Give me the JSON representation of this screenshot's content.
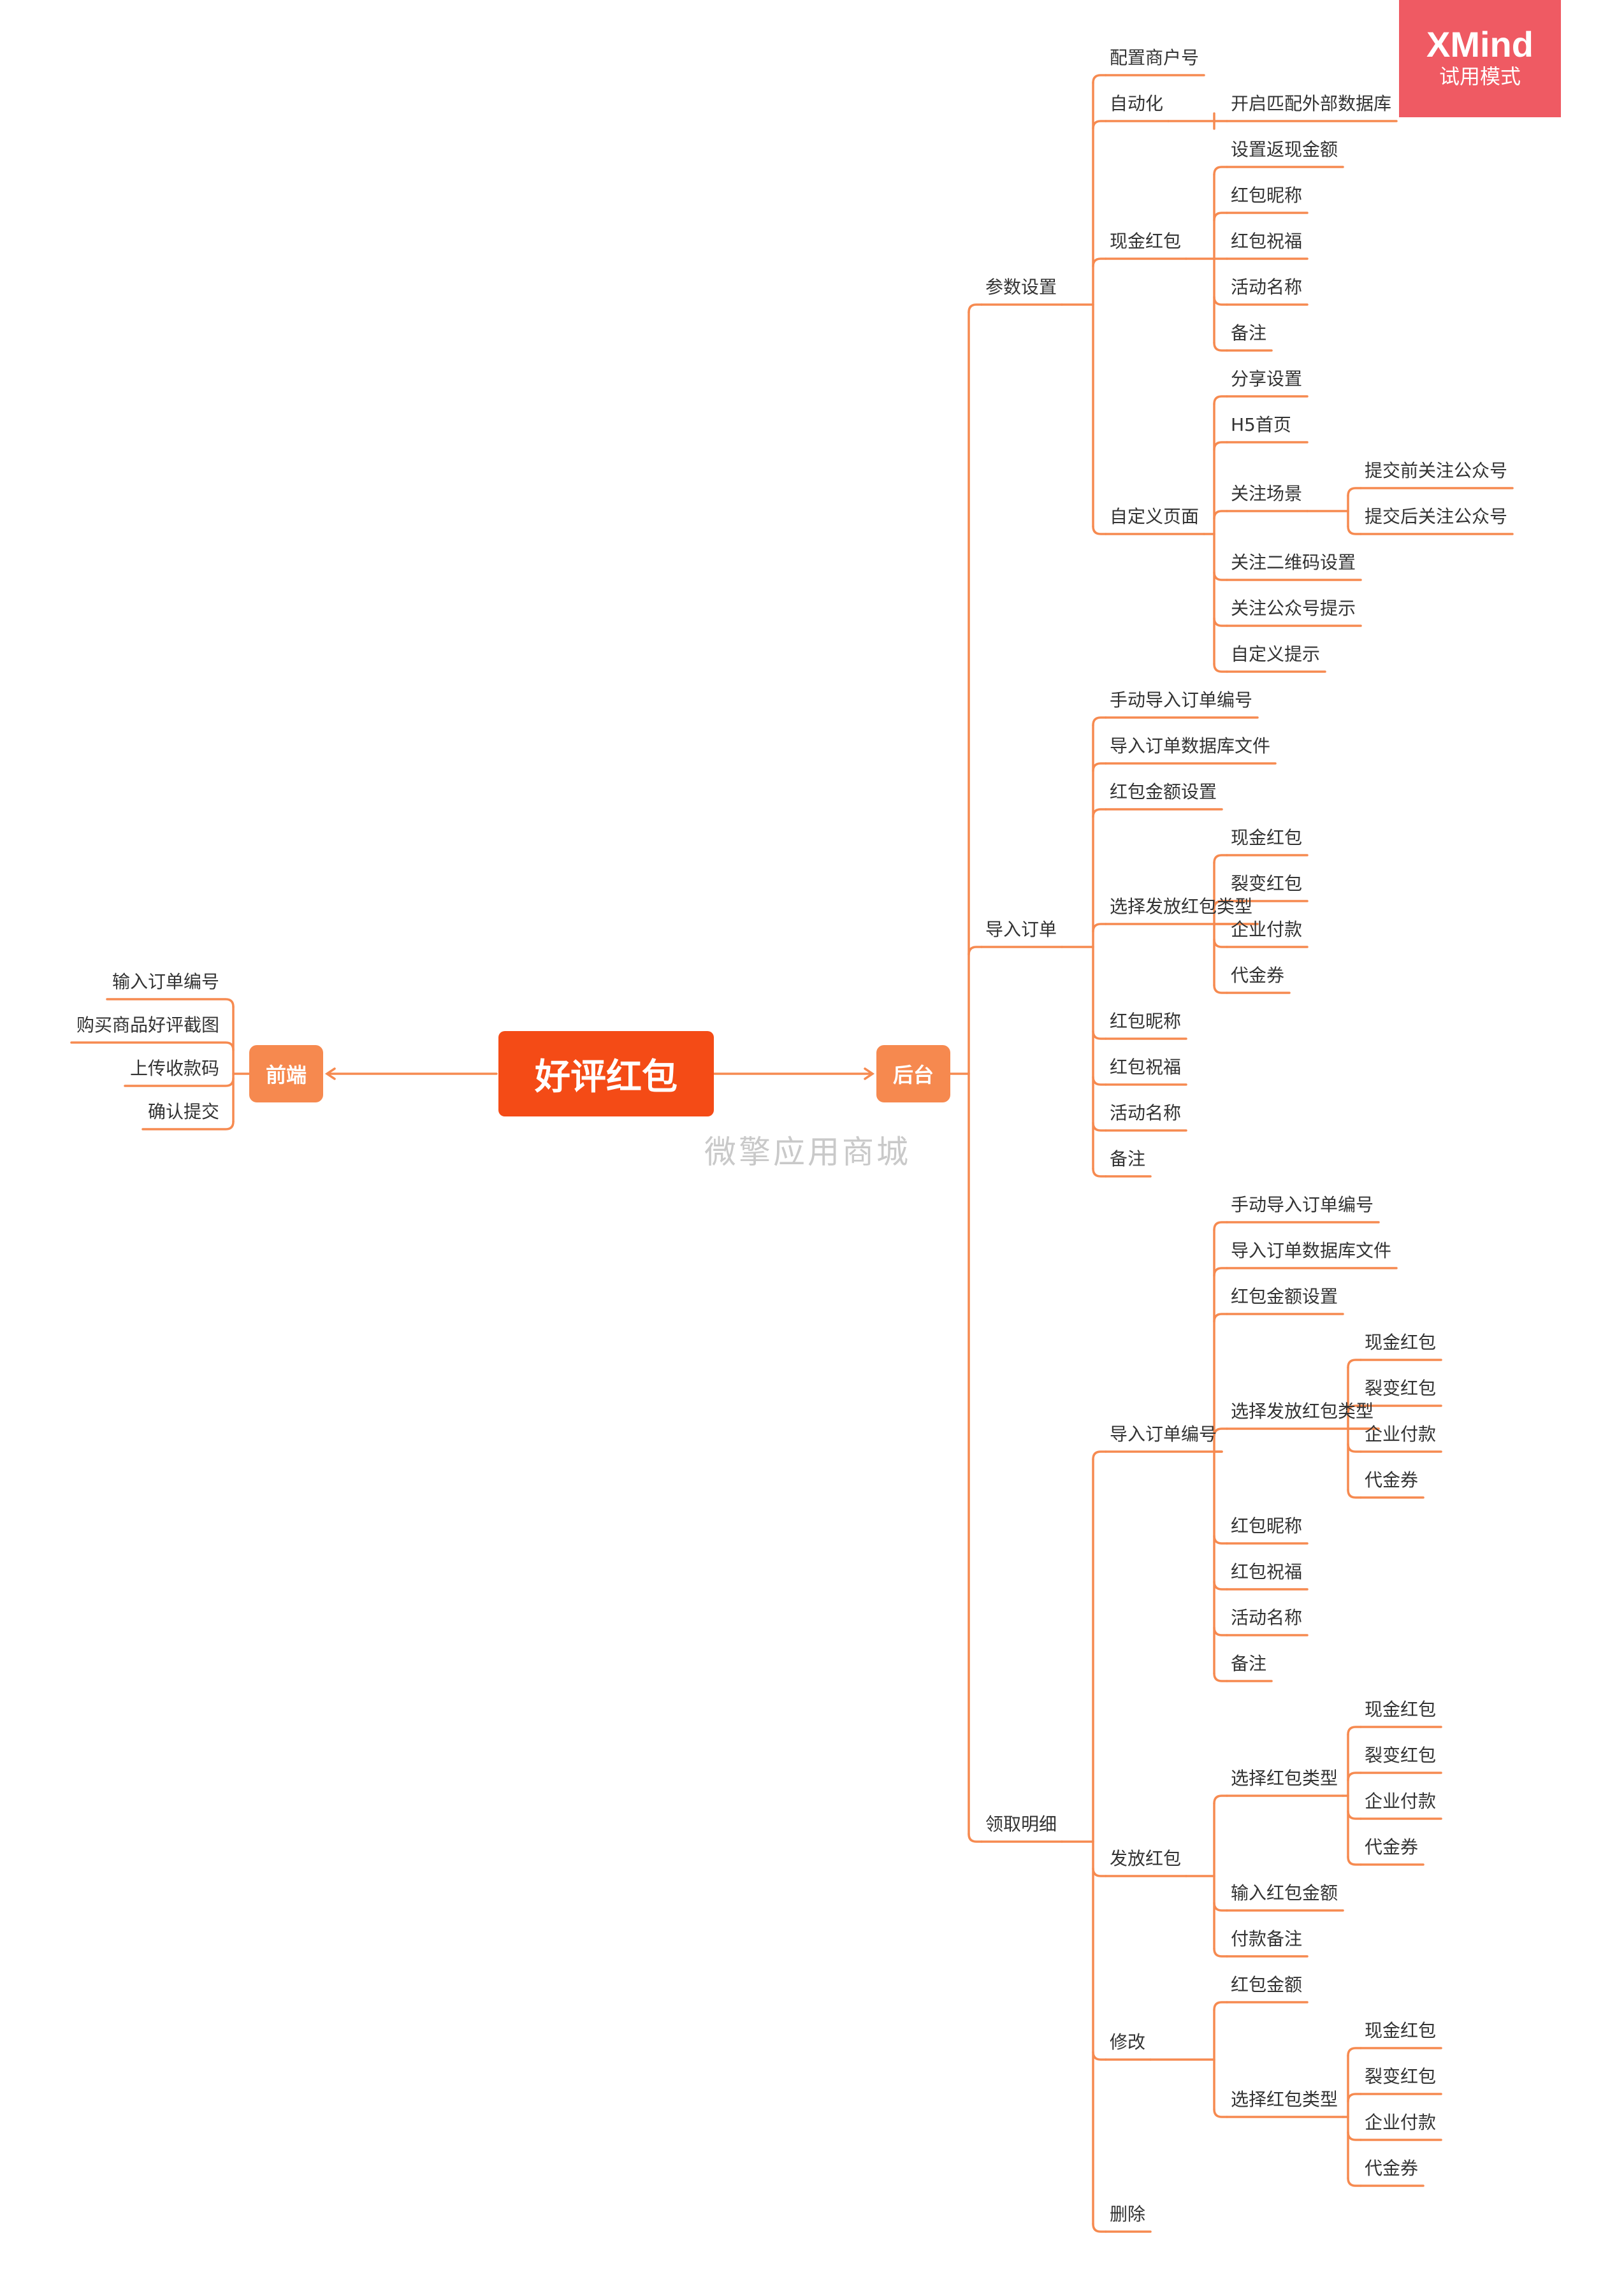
{
  "app": {
    "name": "XMind",
    "mode": "试用模式",
    "watermark": "微擎应用商城"
  },
  "colors": {
    "root": "#f44b16",
    "branch": "#f6894f",
    "line": "#f68a50",
    "badge": "#ef5a63"
  },
  "map": {
    "root": "好评红包",
    "left": {
      "label": "前端",
      "children": [
        "输入订单编号",
        "购买商品好评截图",
        "上传收款码",
        "确认提交"
      ]
    },
    "right": {
      "label": "后台",
      "children": [
        {
          "label": "参数设置",
          "children": [
            {
              "label": "配置商户号"
            },
            {
              "label": "自动化",
              "children": [
                {
                  "label": "开启匹配外部数据库"
                }
              ]
            },
            {
              "label": "现金红包",
              "children": [
                {
                  "label": "设置返现金额"
                },
                {
                  "label": "红包昵称"
                },
                {
                  "label": "红包祝福"
                },
                {
                  "label": "活动名称"
                },
                {
                  "label": "备注"
                }
              ]
            },
            {
              "label": "自定义页面",
              "children": [
                {
                  "label": "分享设置"
                },
                {
                  "label": "H5首页"
                },
                {
                  "label": "关注场景",
                  "children": [
                    {
                      "label": "提交前关注公众号"
                    },
                    {
                      "label": "提交后关注公众号"
                    }
                  ]
                },
                {
                  "label": "关注二维码设置"
                },
                {
                  "label": "关注公众号提示"
                },
                {
                  "label": "自定义提示"
                }
              ]
            }
          ]
        },
        {
          "label": "导入订单",
          "children": [
            {
              "label": "手动导入订单编号"
            },
            {
              "label": "导入订单数据库文件"
            },
            {
              "label": "红包金额设置"
            },
            {
              "label": "选择发放红包类型",
              "children": [
                {
                  "label": "现金红包"
                },
                {
                  "label": "裂变红包"
                },
                {
                  "label": "企业付款"
                },
                {
                  "label": "代金券"
                }
              ]
            },
            {
              "label": "红包昵称"
            },
            {
              "label": "红包祝福"
            },
            {
              "label": "活动名称"
            },
            {
              "label": "备注"
            }
          ]
        },
        {
          "label": "领取明细",
          "children": [
            {
              "label": "导入订单编号",
              "children": [
                {
                  "label": "手动导入订单编号"
                },
                {
                  "label": "导入订单数据库文件"
                },
                {
                  "label": "红包金额设置"
                },
                {
                  "label": "选择发放红包类型",
                  "children": [
                    {
                      "label": "现金红包"
                    },
                    {
                      "label": "裂变红包"
                    },
                    {
                      "label": "企业付款"
                    },
                    {
                      "label": "代金券"
                    }
                  ]
                },
                {
                  "label": "红包昵称"
                },
                {
                  "label": "红包祝福"
                },
                {
                  "label": "活动名称"
                },
                {
                  "label": "备注"
                }
              ]
            },
            {
              "label": "发放红包",
              "children": [
                {
                  "label": "选择红包类型",
                  "children": [
                    {
                      "label": "现金红包"
                    },
                    {
                      "label": "裂变红包"
                    },
                    {
                      "label": "企业付款"
                    },
                    {
                      "label": "代金券"
                    }
                  ]
                },
                {
                  "label": "输入红包金额"
                },
                {
                  "label": "付款备注"
                }
              ]
            },
            {
              "label": "修改",
              "children": [
                {
                  "label": "红包金额"
                },
                {
                  "label": "选择红包类型",
                  "children": [
                    {
                      "label": "现金红包"
                    },
                    {
                      "label": "裂变红包"
                    },
                    {
                      "label": "企业付款"
                    },
                    {
                      "label": "代金券"
                    }
                  ]
                }
              ]
            },
            {
              "label": "删除"
            }
          ]
        }
      ]
    }
  }
}
